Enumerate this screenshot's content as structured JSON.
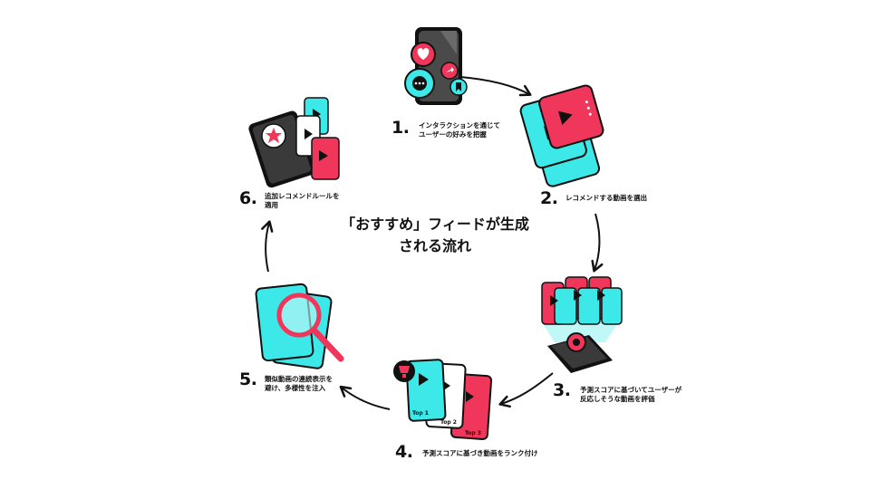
{
  "title": "「おすすめ」フィードが生成\nされる流れ",
  "colors": {
    "teal": "#3de8e8",
    "pink": "#f0365a",
    "black": "#111111",
    "gray": "#5a5a5a"
  },
  "steps": [
    {
      "number": "1.",
      "label": "インタラクションを通じて\nユーザーの好みを把握"
    },
    {
      "number": "2.",
      "label": "レコメンドする動画を選出"
    },
    {
      "number": "3.",
      "label": "予測スコアに基づいてユーザーが\n反応しそうな動画を評価"
    },
    {
      "number": "4.",
      "label": "予測スコアに基づき動画をランク付け"
    },
    {
      "number": "5.",
      "label": "類似動画の連続表示を\n避け、多様性を注入"
    },
    {
      "number": "6.",
      "label": "追加レコメンドルールを\n適用"
    }
  ],
  "rank_labels": [
    "Top 1",
    "Top 2",
    "Top 3"
  ]
}
